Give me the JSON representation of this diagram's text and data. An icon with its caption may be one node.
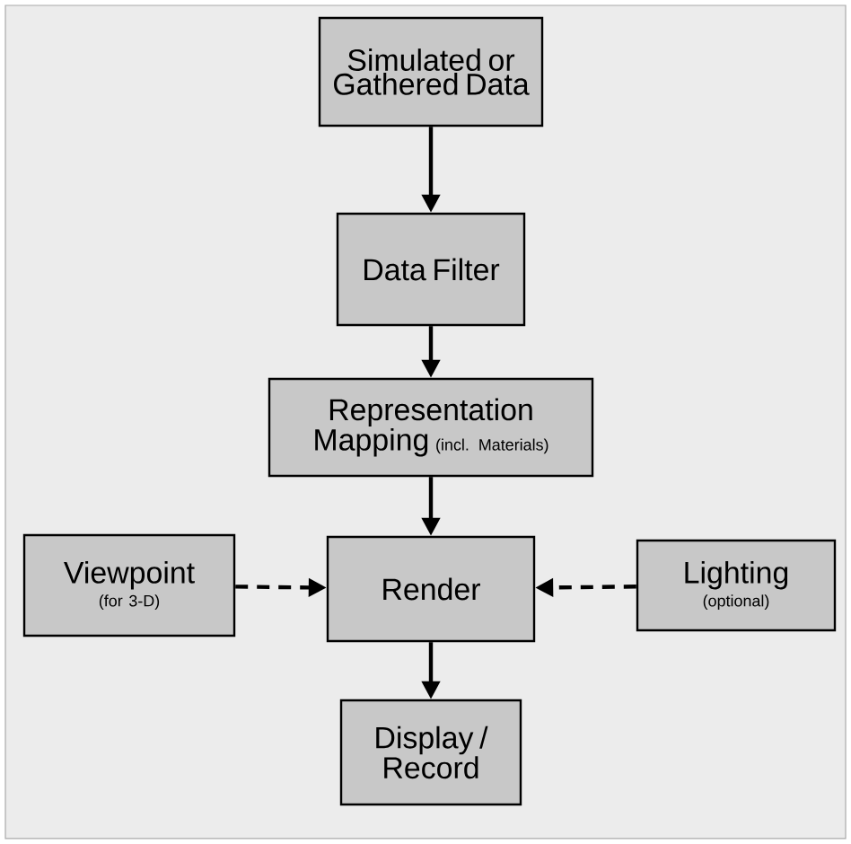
{
  "diagram": {
    "nodes": [
      {
        "text": [
          "Simulated or Gathered Data"
        ]
      },
      {
        "text": [
          "Data Filter"
        ]
      },
      {
        "text": [
          "Representation Mapping",
          "(incl. Materials)"
        ]
      },
      {
        "text": [
          "Viewpoint",
          "(for 3-D)"
        ]
      },
      {
        "text": [
          "Render"
        ]
      },
      {
        "text": [
          "Lighting",
          "(optional)"
        ]
      },
      {
        "text": [
          "Display / Record"
        ]
      }
    ],
    "edges": [
      {
        "from": 0,
        "to": 1,
        "arrow": "to"
      },
      {
        "from": 1,
        "to": 2,
        "arrow": "to"
      },
      {
        "from": 2,
        "to": 4,
        "arrow": "to"
      },
      {
        "from": 3,
        "to": 4,
        "arrow": "to",
        "style": "dashed"
      },
      {
        "from": 5,
        "to": 4,
        "arrow": "to",
        "style": "dashed"
      },
      {
        "from": 4,
        "to": 6,
        "arrow": "to"
      }
    ]
  }
}
